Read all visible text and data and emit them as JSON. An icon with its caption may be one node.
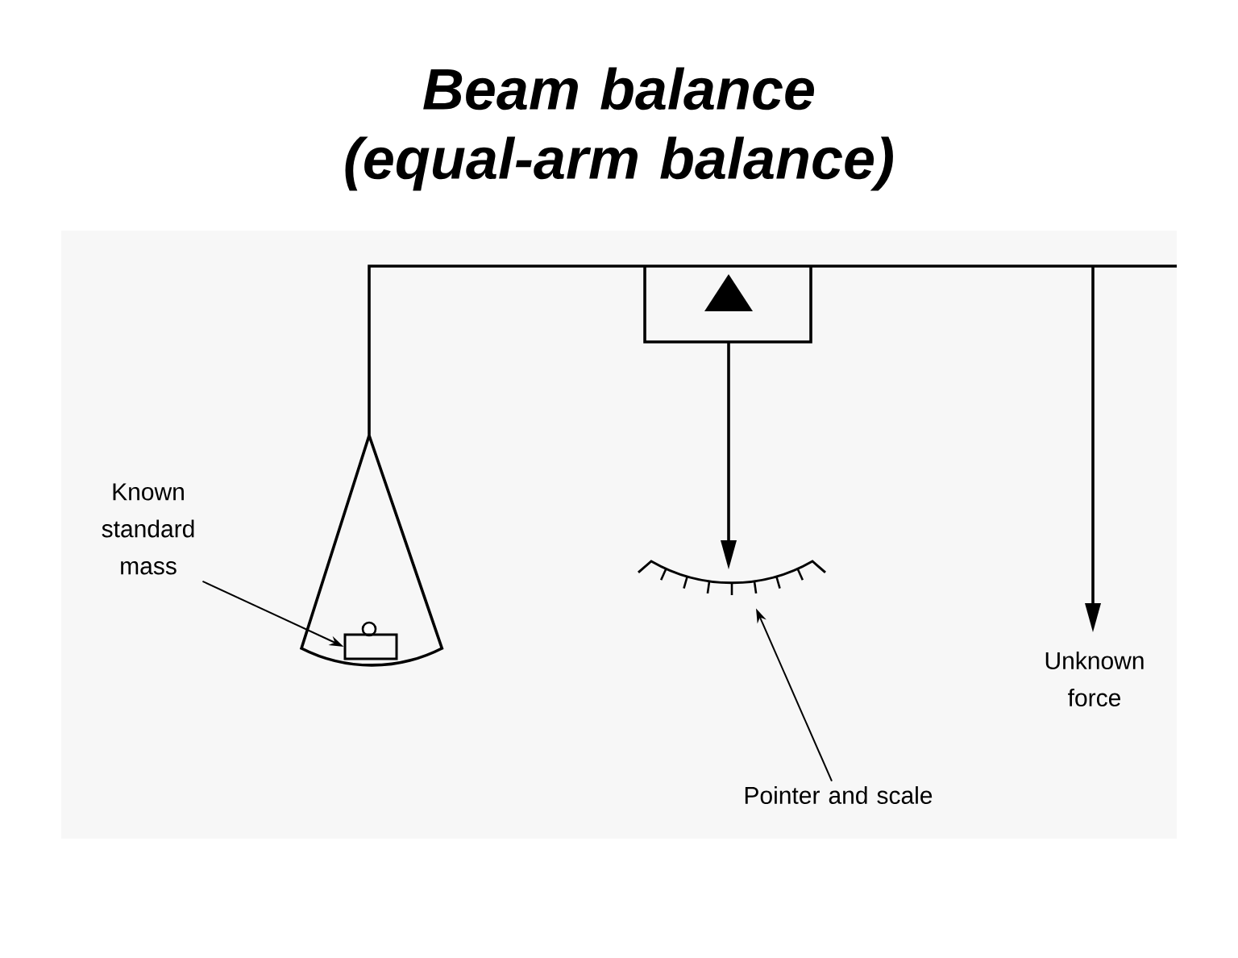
{
  "diagram": {
    "title": "Beam balance (equal-arm balance)",
    "nodes": [
      {
        "text": [
          "Known standard mass"
        ]
      },
      {
        "text": [],
        "shape": "box"
      },
      {
        "text": [],
        "shape": "arc"
      },
      {
        "text": [
          "Pointer and scale"
        ]
      }
    ],
    "edges": [
      {
        "from": 0,
        "to": 1,
        "arrow": "to"
      },
      {
        "from": 3,
        "to": 2,
        "arrow": "to"
      }
    ],
    "labels": [
      "Unknown force"
    ]
  }
}
